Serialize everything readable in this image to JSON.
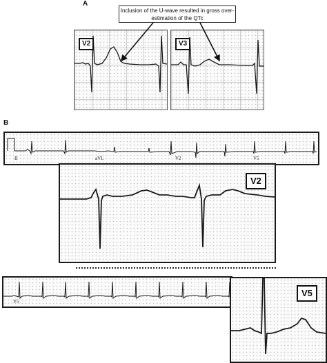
{
  "panel_a": {
    "label": "A",
    "callout_text": "Inclusion of the U-wave resulted in gross over-estimation of the QTc",
    "lead_left": "V2",
    "lead_right": "V3"
  },
  "panel_b": {
    "label": "B",
    "strip1_leads": [
      "II",
      "aVL",
      "V2",
      "V5"
    ],
    "zoom_v2_label": "V2",
    "strip2_lead": "V5",
    "zoom_v5_label": "V5"
  },
  "colors": {
    "trace": "#1a1a1a",
    "border": "#1a1a1a",
    "grid_dot": "#9a9a9a"
  }
}
